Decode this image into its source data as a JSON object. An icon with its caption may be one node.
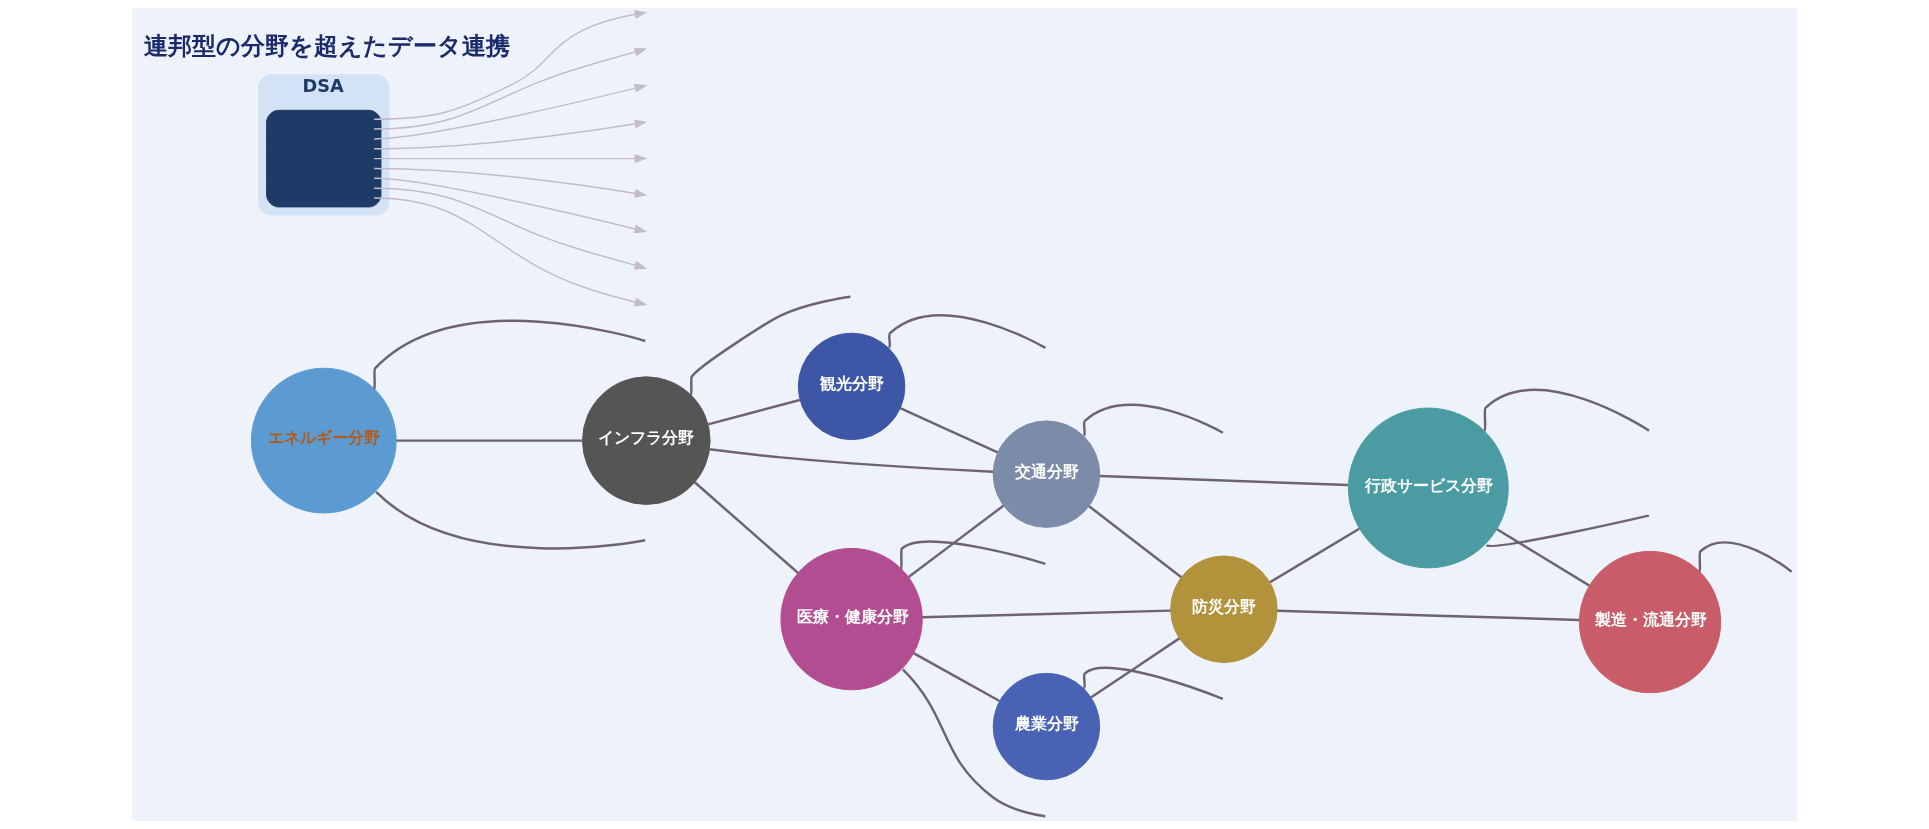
{
  "diagram": {
    "nodes": [
      {
        "text": [
          "エネルギー分野"
        ]
      },
      {
        "text": [
          "観光分野"
        ]
      },
      {
        "text": [
          "インフラ分野"
        ]
      },
      {
        "text": [
          "交通分野"
        ]
      },
      {
        "text": [
          "行政サービス分野"
        ]
      },
      {
        "text": [
          "DSA"
        ]
      },
      {
        "text": [],
        "shape": "box",
        "in": 5
      },
      {
        "text": [
          "防災分野"
        ]
      },
      {
        "text": [
          "医療・健康分野"
        ]
      },
      {
        "text": [
          "製造・流通分野"
        ]
      },
      {
        "text": [
          "農業分野"
        ]
      }
    ],
    "edges": [
      {
        "from": 0,
        "to": 2,
        "arrow": "none"
      },
      {
        "from": 2,
        "to": 1,
        "arrow": "none"
      },
      {
        "from": 1,
        "to": 3,
        "arrow": "none"
      },
      {
        "from": 2,
        "to": 3,
        "arrow": "none"
      },
      {
        "from": 2,
        "to": 8,
        "arrow": "none"
      },
      {
        "from": 3,
        "to": 4,
        "arrow": "none"
      },
      {
        "from": 3,
        "to": 7,
        "arrow": "none"
      },
      {
        "from": 8,
        "to": 3,
        "arrow": "none"
      },
      {
        "from": 7,
        "to": 4,
        "arrow": "none"
      },
      {
        "from": 8,
        "to": 7,
        "arrow": "none"
      },
      {
        "from": 4,
        "to": 9,
        "arrow": "none"
      },
      {
        "from": 7,
        "to": 9,
        "arrow": "none"
      },
      {
        "from": 10,
        "to": 7,
        "arrow": "none"
      },
      {
        "from": 8,
        "to": 10,
        "arrow": "none"
      },
      {
        "from": 0,
        "to": null,
        "arrow": "none"
      },
      {
        "from": 0,
        "to": null,
        "arrow": "none"
      },
      {
        "from": 2,
        "to": null,
        "arrow": "none"
      },
      {
        "from": 1,
        "to": null,
        "arrow": "none"
      },
      {
        "from": 3,
        "to": null,
        "arrow": "none"
      },
      {
        "from": 4,
        "to": null,
        "arrow": "none"
      },
      {
        "from": 4,
        "to": null,
        "arrow": "none"
      },
      {
        "from": 8,
        "to": null,
        "arrow": "none"
      },
      {
        "from": 8,
        "to": null,
        "arrow": "none"
      },
      {
        "from": 10,
        "to": null,
        "arrow": "none"
      },
      {
        "from": 9,
        "to": null,
        "arrow": "none"
      },
      {
        "from": 6,
        "to": null,
        "arrow": "to",
        "color": "#c4bcc8"
      },
      {
        "from": 6,
        "to": null,
        "arrow": "to",
        "color": "#c4bcc8"
      },
      {
        "from": 6,
        "to": null,
        "arrow": "to",
        "color": "#c4bcc8"
      },
      {
        "from": 6,
        "to": null,
        "arrow": "to",
        "color": "#c4bcc8"
      },
      {
        "from": 6,
        "to": null,
        "arrow": "to",
        "color": "#c4bcc8"
      },
      {
        "from": 6,
        "to": null,
        "arrow": "to",
        "color": "#c4bcc8"
      },
      {
        "from": 6,
        "to": null,
        "arrow": "to",
        "color": "#c4bcc8"
      },
      {
        "from": 6,
        "to": null,
        "arrow": "to",
        "color": "#c4bcc8"
      },
      {
        "from": 6,
        "to": null,
        "arrow": "to",
        "color": "#c4bcc8"
      }
    ],
    "labels": [
      "連邦型の分野を超えたデータ連携"
    ]
  }
}
